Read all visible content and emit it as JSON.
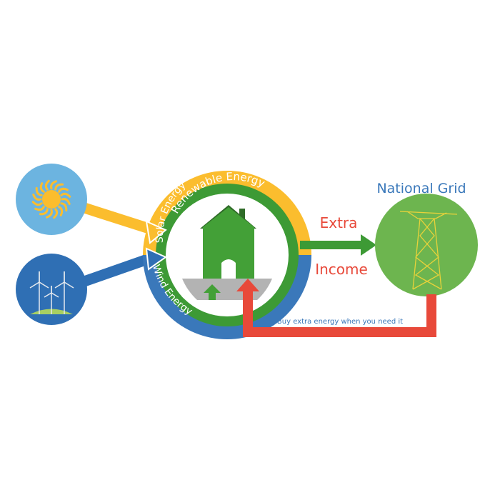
{
  "labels": {
    "solar": "Solar Energy",
    "renewable": "Renewable Energy",
    "wind": "Wind Energy",
    "national_grid": "National Grid",
    "extra": "Extra",
    "income": "Income",
    "buy_extra": "Buy extra energy when you need it"
  },
  "colors": {
    "sun_bg": "#6CB4E0",
    "sun": "#FBBD2E",
    "wind_bg": "#2F6FB4",
    "solar_band": "#FBBD2E",
    "wind_band": "#3A78BA",
    "renewable_ring": "#3D9A35",
    "house": "#43A037",
    "roof": "#2F6B28",
    "grid_bg": "#6DB54F",
    "red": "#E8493A",
    "gray": "#B3B3B3"
  }
}
